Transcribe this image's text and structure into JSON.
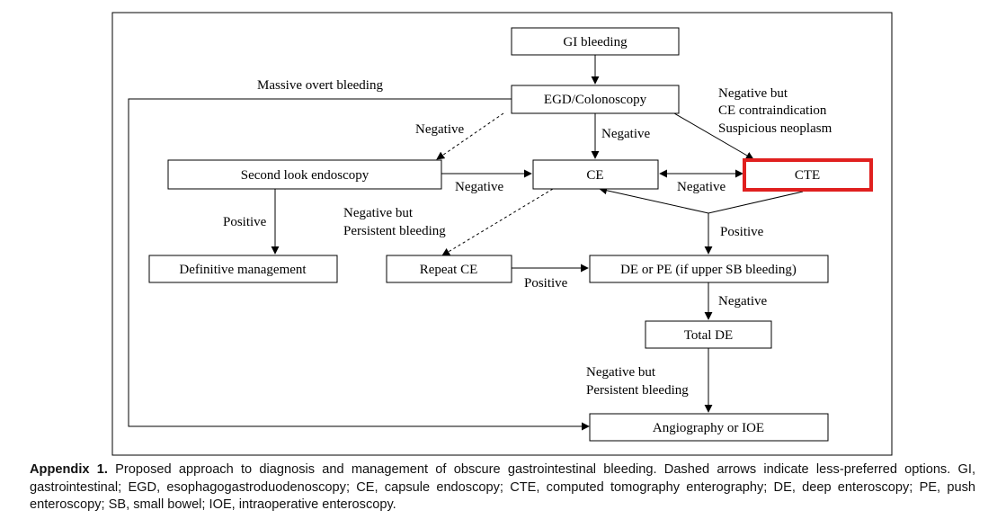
{
  "nodes": {
    "gi_bleeding": "GI bleeding",
    "egd": "EGD/Colonoscopy",
    "second_look": "Second look endoscopy",
    "ce": "CE",
    "cte": "CTE",
    "definitive": "Definitive management",
    "repeat_ce": "Repeat CE",
    "de_pe": "DE or PE (if upper SB bleeding)",
    "total_de": "Total DE",
    "angio": "Angiography or IOE"
  },
  "edge_labels": {
    "massive": "Massive overt bleeding",
    "neg_egd_second": "Negative",
    "neg_egd_ce": "Negative",
    "neg_cte_line1": "Negative but",
    "neg_cte_line2": "CE contraindication",
    "neg_cte_line3": "Suspicious neoplasm",
    "neg_second_ce": "Negative",
    "neg_ce_cte": "Negative",
    "pos_second_def": "Positive",
    "neg_persist1_line1": "Negative but",
    "neg_persist1_line2": "Persistent bleeding",
    "pos_cte": "Positive",
    "pos_repeat": "Positive",
    "neg_dept": "Negative",
    "neg_persist2_line1": "Negative but",
    "neg_persist2_line2": "Persistent bleeding"
  },
  "highlight_color": "#e0201f",
  "caption": {
    "title": "Appendix 1.",
    "text": " Proposed approach to diagnosis and management of obscure gastrointestinal bleeding. Dashed arrows indicate less-preferred options. GI, gastrointestinal; EGD, esophagogastroduodenoscopy; CE, capsule endoscopy; CTE, computed tomography enterography; DE, deep enteroscopy; PE, push enteroscopy; SB, small bowel; IOE, intraoperative enteroscopy."
  }
}
